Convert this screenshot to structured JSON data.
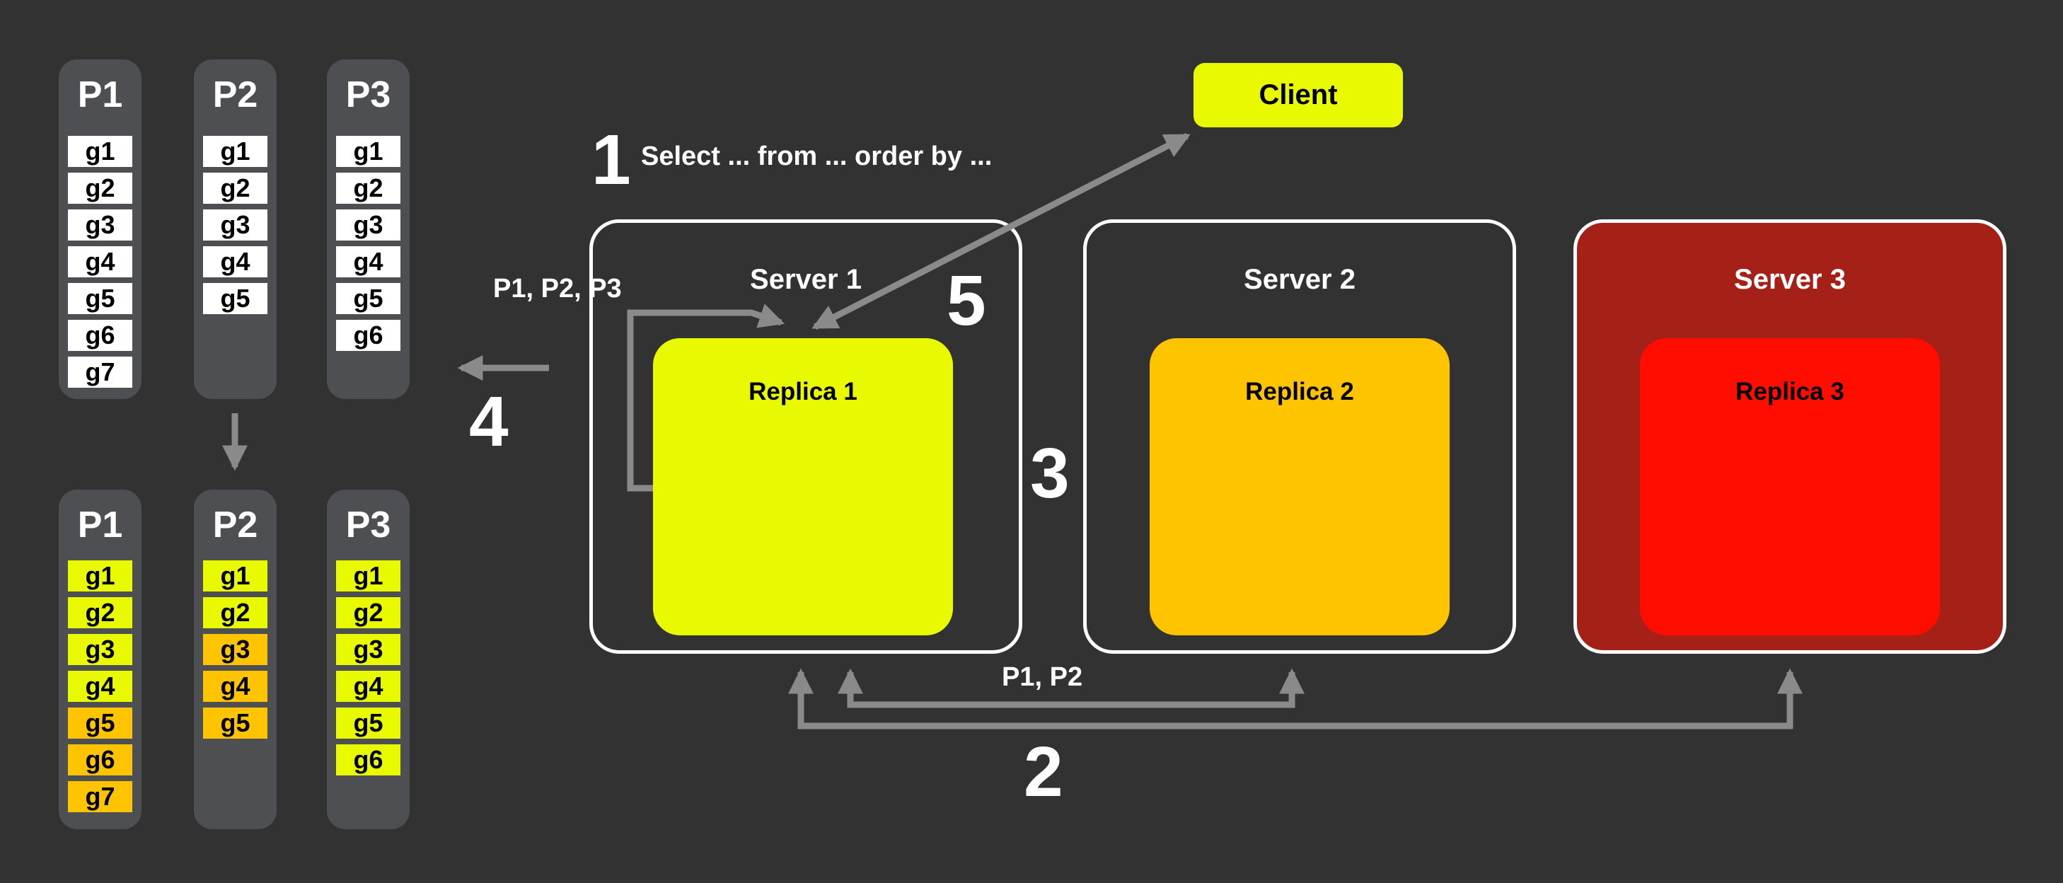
{
  "colors": {
    "background": "#323233",
    "panel_gray": "#4d4f52",
    "cell_white": "#ffffff",
    "yellow": "#e9fa00",
    "amber": "#ffc400",
    "red": "#ff0d00",
    "server3_fill": "#a52017",
    "arrow_gray": "#8a8a8a",
    "text_light": "#ffffff",
    "text_dark": "#000000"
  },
  "client": {
    "label": "Client"
  },
  "servers": [
    {
      "name": "Server 1",
      "replica": "Replica 1"
    },
    {
      "name": "Server 2",
      "replica": "Replica 2"
    },
    {
      "name": "Server 3",
      "replica": "Replica 3"
    }
  ],
  "steps": {
    "query": {
      "number": "1",
      "text": "Select ... from ... order by ..."
    },
    "scatter": {
      "number": "2"
    },
    "gather": {
      "number": "3"
    },
    "merge": {
      "number": "4"
    },
    "respond": {
      "number": "5"
    }
  },
  "labels": {
    "server1_partitions": "P1, P2, P3",
    "scatter_partitions": "P1, P2"
  },
  "partition_groups": {
    "unsorted": {
      "columns": [
        {
          "label": "P1",
          "cells": [
            "g1",
            "g2",
            "g3",
            "g4",
            "g5",
            "g6",
            "g7"
          ],
          "cell_colors": [
            "white",
            "white",
            "white",
            "white",
            "white",
            "white",
            "white"
          ]
        },
        {
          "label": "P2",
          "cells": [
            "g1",
            "g2",
            "g3",
            "g4",
            "g5"
          ],
          "cell_colors": [
            "white",
            "white",
            "white",
            "white",
            "white"
          ]
        },
        {
          "label": "P3",
          "cells": [
            "g1",
            "g2",
            "g3",
            "g4",
            "g5",
            "g6"
          ],
          "cell_colors": [
            "white",
            "white",
            "white",
            "white",
            "white",
            "white"
          ]
        }
      ]
    },
    "sorted": {
      "columns": [
        {
          "label": "P1",
          "cells": [
            "g1",
            "g2",
            "g3",
            "g4",
            "g5",
            "g6",
            "g7"
          ],
          "cell_colors": [
            "yellow",
            "yellow",
            "yellow",
            "yellow",
            "amber",
            "amber",
            "amber"
          ]
        },
        {
          "label": "P2",
          "cells": [
            "g1",
            "g2",
            "g3",
            "g4",
            "g5"
          ],
          "cell_colors": [
            "yellow",
            "yellow",
            "amber",
            "amber",
            "amber"
          ]
        },
        {
          "label": "P3",
          "cells": [
            "g1",
            "g2",
            "g3",
            "g4",
            "g5",
            "g6"
          ],
          "cell_colors": [
            "yellow",
            "yellow",
            "yellow",
            "yellow",
            "yellow",
            "yellow"
          ]
        }
      ]
    }
  }
}
